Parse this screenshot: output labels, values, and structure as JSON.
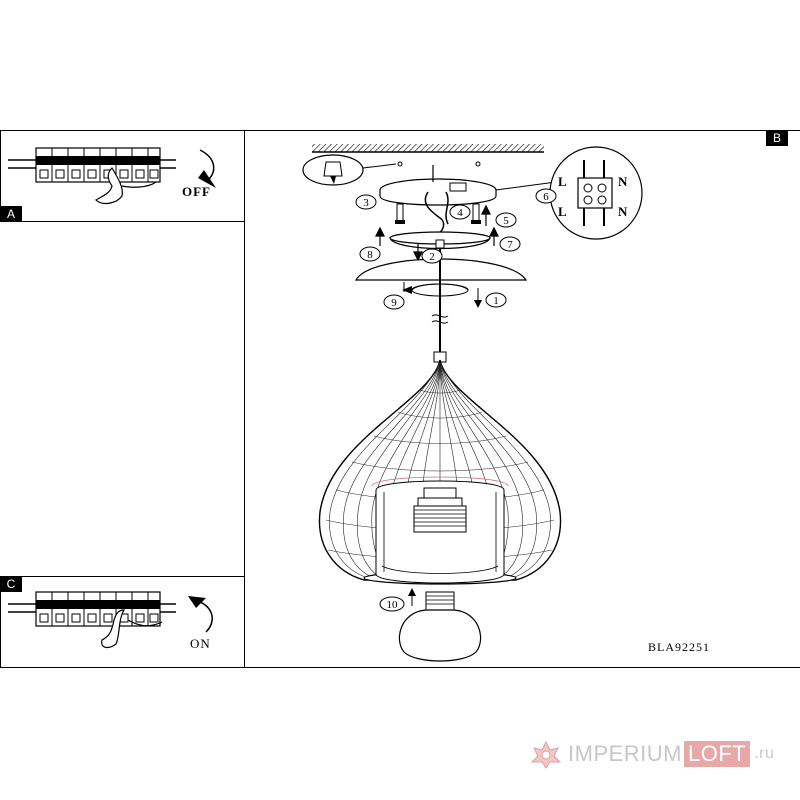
{
  "panels": {
    "a": {
      "label": "A",
      "switch_text": "OFF"
    },
    "c": {
      "label": "C",
      "switch_text": "ON"
    },
    "b": {
      "label": "B"
    }
  },
  "callouts": [
    "1",
    "2",
    "3",
    "4",
    "5",
    "6",
    "7",
    "8",
    "9",
    "10"
  ],
  "terminal_labels": {
    "top_left": "L",
    "top_right": "N",
    "bottom_left": "L",
    "bottom_right": "N"
  },
  "model_code": "BLA92251",
  "watermark": {
    "brand_part1": "IMPERIUM",
    "brand_part2": "LOFT",
    "tld": ".ru"
  }
}
